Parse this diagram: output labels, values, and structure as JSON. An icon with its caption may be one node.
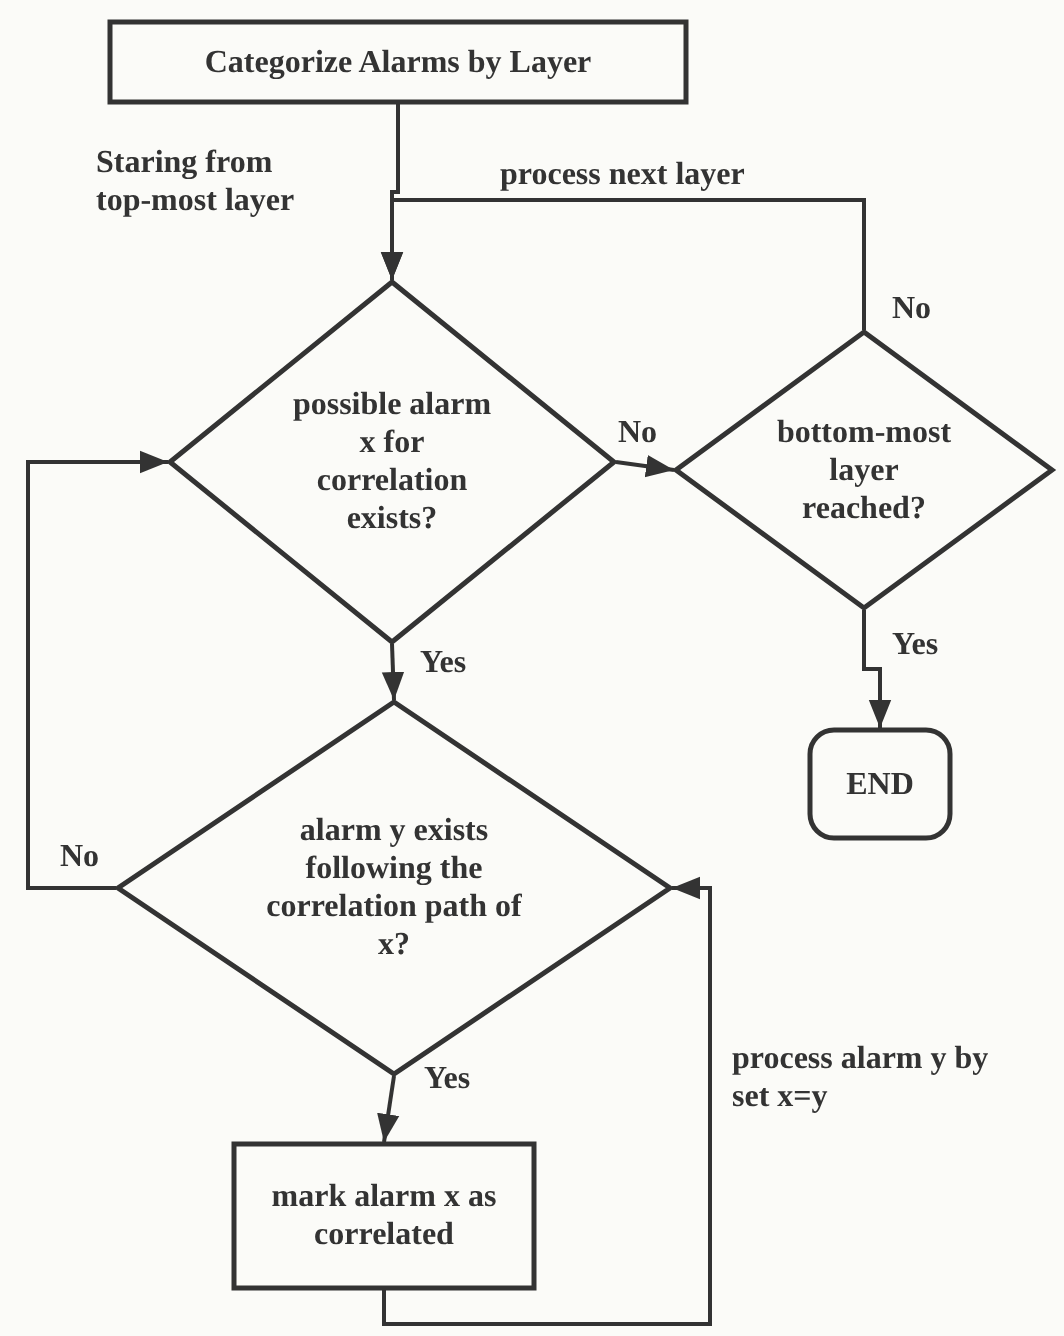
{
  "diagram": {
    "nodes": [
      {
        "text": [
          "Categorize Alarms by Layer"
        ]
      },
      {
        "text": [
          "possible alarm x for correlation exists?"
        ]
      },
      {
        "text": [
          "bottom-most layer reached?"
        ]
      },
      {
        "text": [
          "END"
        ]
      },
      {
        "text": [
          "alarm y exists following the correlation path of x?"
        ]
      },
      {
        "text": [
          "mark alarm x as correlated"
        ]
      }
    ],
    "edges": [
      {
        "from": 0,
        "to": 1,
        "arrow": "to",
        "label": "Staring from top-most layer"
      },
      {
        "from": 1,
        "to": 2,
        "arrow": "to",
        "label": "No"
      },
      {
        "from": 2,
        "to": 1,
        "arrow": "to",
        "label": "process next layer"
      },
      {
        "from": 2,
        "to": 3,
        "arrow": "to",
        "label": "Yes"
      },
      {
        "from": 1,
        "to": 4,
        "arrow": "to",
        "label": "Yes"
      },
      {
        "from": 4,
        "to": 1,
        "arrow": "to",
        "label": "No"
      },
      {
        "from": 4,
        "to": 5,
        "arrow": "to",
        "label": "Yes"
      },
      {
        "from": 5,
        "to": 4,
        "arrow": "to",
        "label": "process alarm y by set x=y"
      }
    ],
    "labels": [
      "No"
    ]
  }
}
